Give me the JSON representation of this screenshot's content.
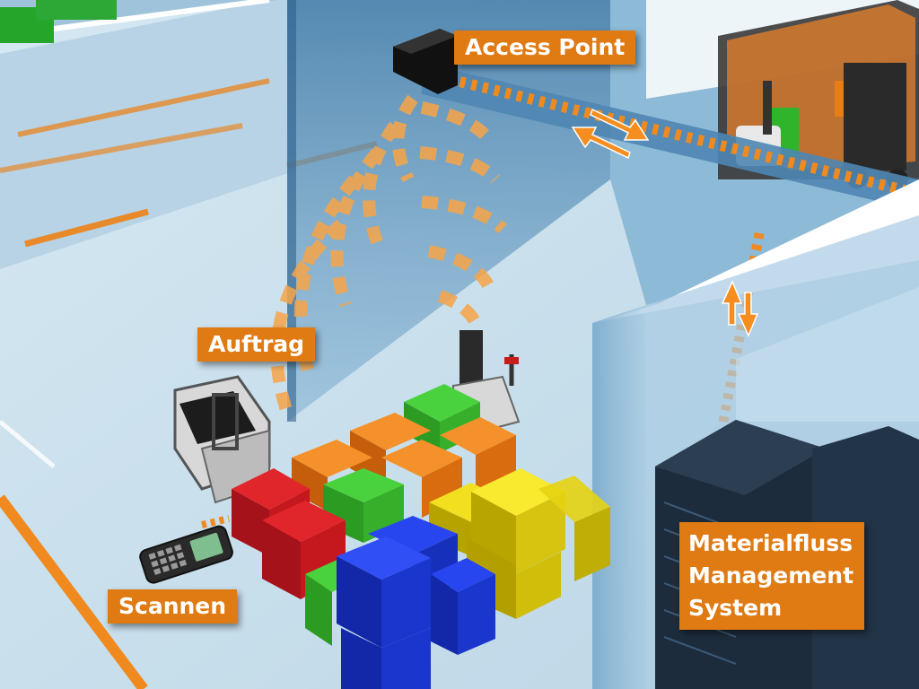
{
  "labels": {
    "access_point": "Access Point",
    "order": "Auftrag",
    "scan": "Scannen",
    "mfs_line1": "Materialfluss",
    "mfs_line2": "Management",
    "mfs_line3": "System"
  },
  "icons": [
    "access-point-device",
    "wifi-signal-arcs",
    "forklift",
    "order-picker-vehicle",
    "pallet-truck",
    "handheld-scanner",
    "server-rack",
    "data-flow-arrows"
  ],
  "colors": {
    "accent": "#e07a12",
    "floor": "#cfe3ef",
    "wall": "#5b8db5",
    "box_red": "#c8161c",
    "box_green": "#2fa82a",
    "box_orange": "#e87510",
    "box_yellow": "#d8c000",
    "box_blue": "#1530c8",
    "server": "#1e2e3e"
  }
}
